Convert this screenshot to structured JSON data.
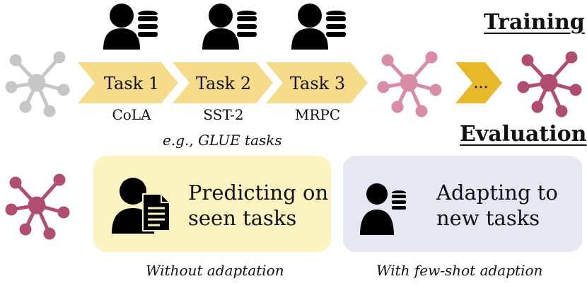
{
  "training": {
    "heading": "Training",
    "tasks": [
      {
        "label": "Task 1",
        "dataset": "CoLA"
      },
      {
        "label": "Task 2",
        "dataset": "SST-2"
      },
      {
        "label": "Task 3",
        "dataset": "MRPC"
      }
    ],
    "continuation": "...",
    "note": "e.g., GLUE tasks"
  },
  "evaluation": {
    "heading": "Evaluation",
    "panels": [
      {
        "title_line1": "Predicting on",
        "title_line2": "seen tasks",
        "caption": "Without adaptation"
      },
      {
        "title_line1": "Adapting to",
        "title_line2": "new tasks",
        "caption": "With few-shot adaption"
      }
    ]
  },
  "colors": {
    "chevron": "#f6dc8a",
    "chevron_dark": "#e8b82a",
    "node_gray": "#c6c6c6",
    "node_pink": "#d98ca6",
    "node_crimson": "#b24d72",
    "panel_yellow": "#fbf3c0",
    "panel_blue": "#e3e8f3"
  },
  "icons": {
    "user_db": "user-database-icon",
    "user_doc": "user-document-icon",
    "network": "network-node-icon"
  }
}
